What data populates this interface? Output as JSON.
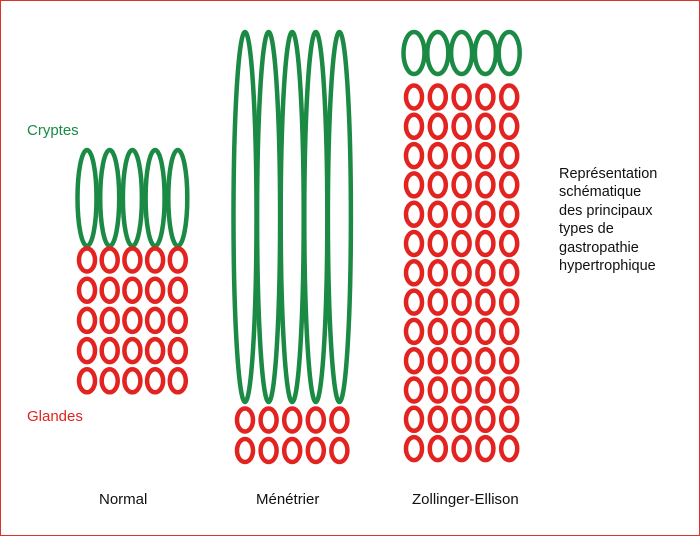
{
  "colors": {
    "crypt": "#1a8a44",
    "gland": "#e2231f",
    "frame": "#d9342b",
    "text": "#111111"
  },
  "labels": {
    "cryptes": "Cryptes",
    "glandes": "Glandes"
  },
  "columns": [
    {
      "key": "normal",
      "caption": "Normal",
      "crypts_per_row": 5,
      "gland_rows": 5,
      "glands_per_row": 5
    },
    {
      "key": "menetrier",
      "caption": "Ménétrier",
      "crypts_per_row": 5,
      "gland_rows": 2,
      "glands_per_row": 5
    },
    {
      "key": "zollinger",
      "caption": "Zollinger-Ellison",
      "crypts_per_row": 5,
      "gland_rows": 13,
      "glands_per_row": 5
    }
  ],
  "legend": {
    "lines": [
      "Représentation",
      "schématique",
      "des principaux",
      "types de",
      "gastropathie",
      "hypertrophique"
    ]
  }
}
